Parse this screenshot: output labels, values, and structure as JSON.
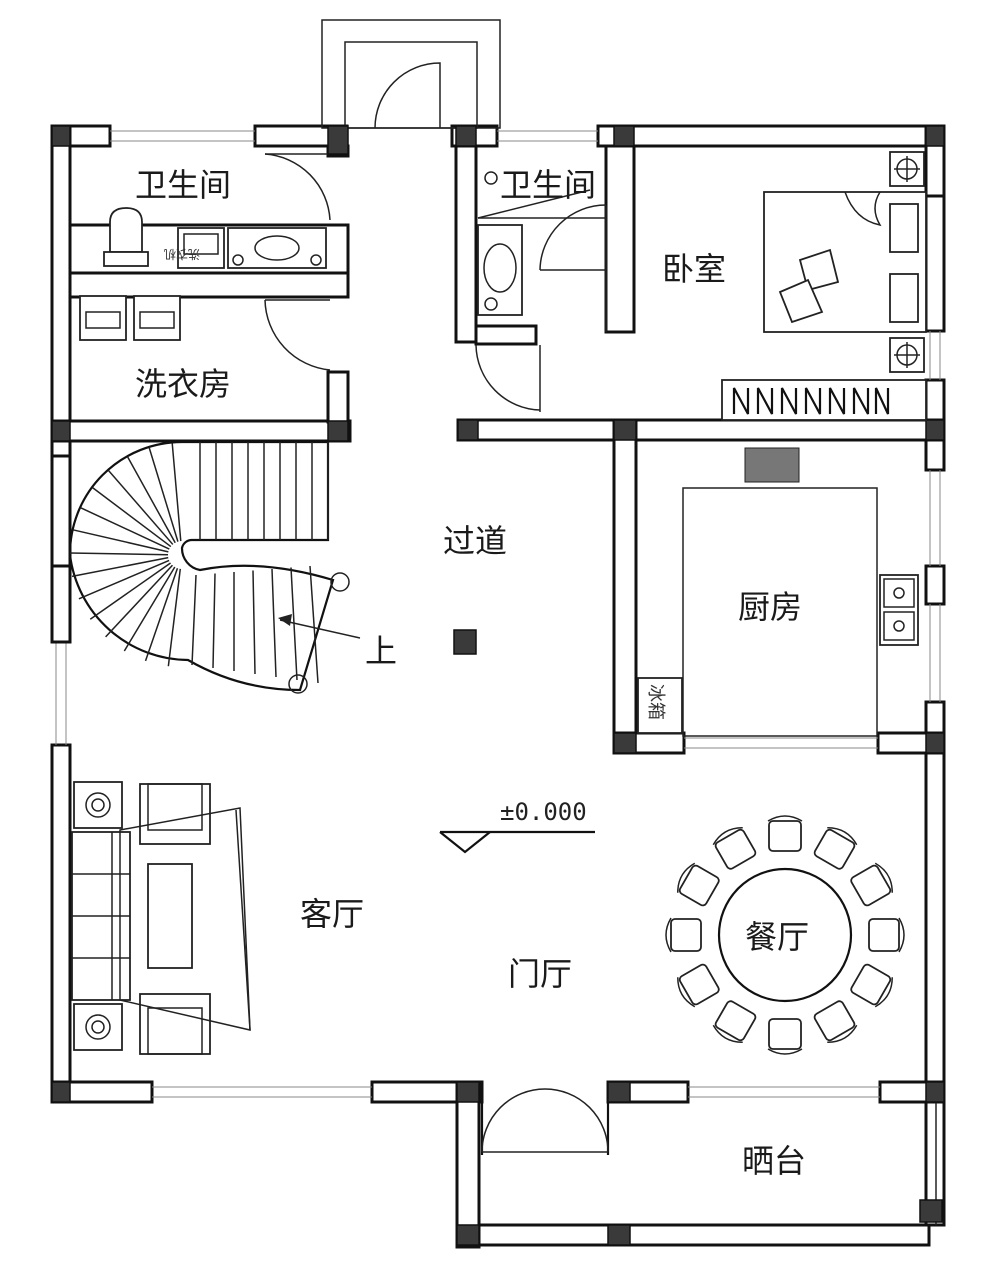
{
  "rooms": {
    "bathroom_left": "卫生间",
    "laundry": "洗衣房",
    "bathroom_right": "卫生间",
    "bedroom": "卧室",
    "corridor": "过道",
    "kitchen": "厨房",
    "living_room": "客厅",
    "foyer": "门厅",
    "dining_room": "餐厅",
    "terrace": "晒台"
  },
  "annotations": {
    "stair_up": "上",
    "elevation": "±0.000",
    "fridge": "冰箱",
    "washer": "洗衣机"
  }
}
